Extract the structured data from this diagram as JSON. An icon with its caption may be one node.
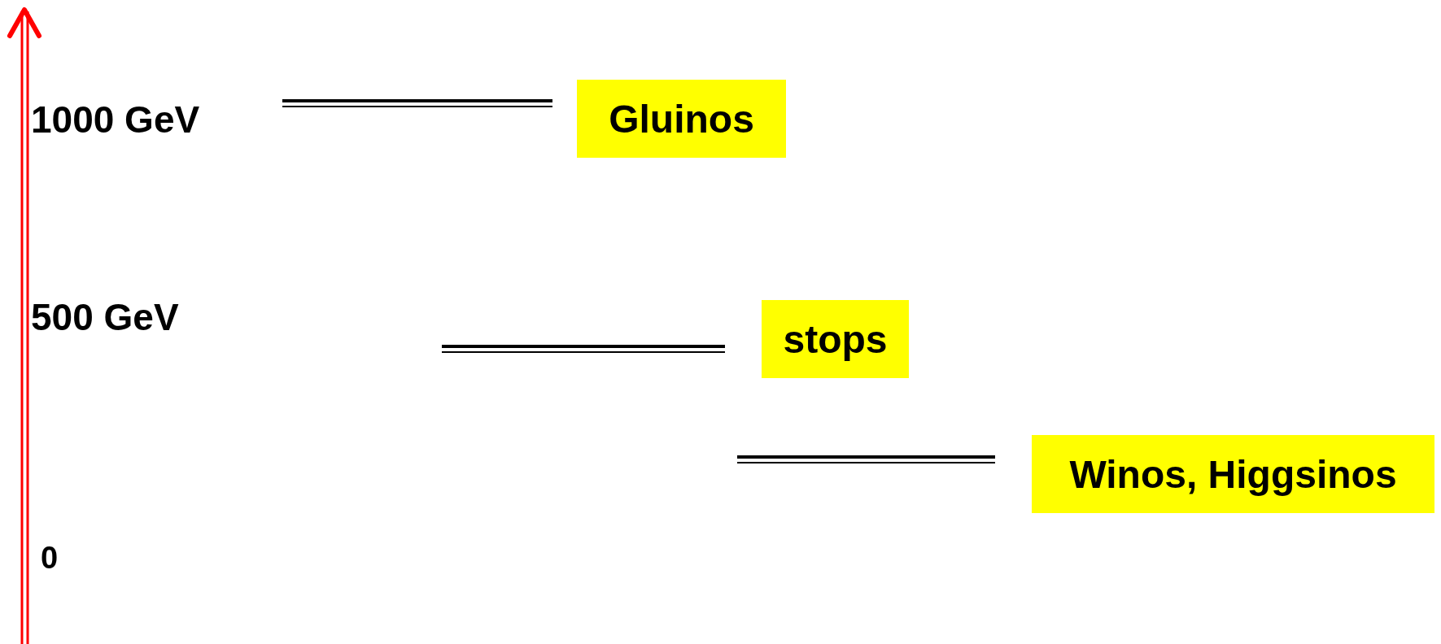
{
  "diagram": {
    "nodes": [
      {
        "text": [
          "Gluinos"
        ]
      },
      {
        "text": [
          "stops"
        ]
      },
      {
        "text": [
          "Winos, Higgsinos"
        ]
      }
    ],
    "labels": [
      "1000 GeV",
      "500 GeV",
      "0"
    ]
  }
}
